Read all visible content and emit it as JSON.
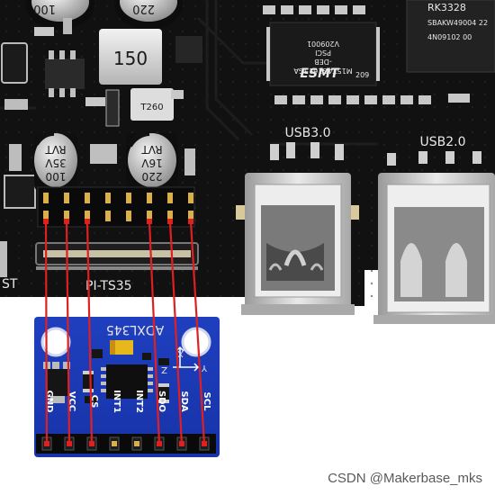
{
  "board": {
    "chip_esmt_lines": [
      "M15T4G1625GA",
      "-DEB",
      "PSCI",
      "V209001",
      "209"
    ],
    "chip_esmt_brand": "ESMT",
    "chip_rk_lines": [
      "RK3328",
      "SBAKW49004 22",
      "4N09102 00"
    ],
    "inductor_label": "150",
    "small_inductor_label": "T260",
    "cap1_lines": [
      "100",
      "35V",
      "RVT"
    ],
    "cap2_lines": [
      "220",
      "16V",
      "RVT"
    ],
    "cap_top_left": "100",
    "cap_top_right": "220",
    "usb3_label": "USB3.0",
    "usb2_label": "USB2.0",
    "lcd_label": "PI-TS35",
    "edge_label": "ST"
  },
  "module": {
    "name": "ADXL345",
    "axis_x": "X",
    "axis_y": "Y",
    "axis_z": "Z",
    "pins": [
      "GND",
      "VCC",
      "CS",
      "INT1",
      "INT2",
      "SDO",
      "SDA",
      "SCL"
    ]
  },
  "wiring": {
    "color": "#e02020",
    "connected_pin_indices": [
      0,
      1,
      2,
      5,
      6,
      7
    ]
  },
  "watermark": "CSDN @Makerbase_mks"
}
